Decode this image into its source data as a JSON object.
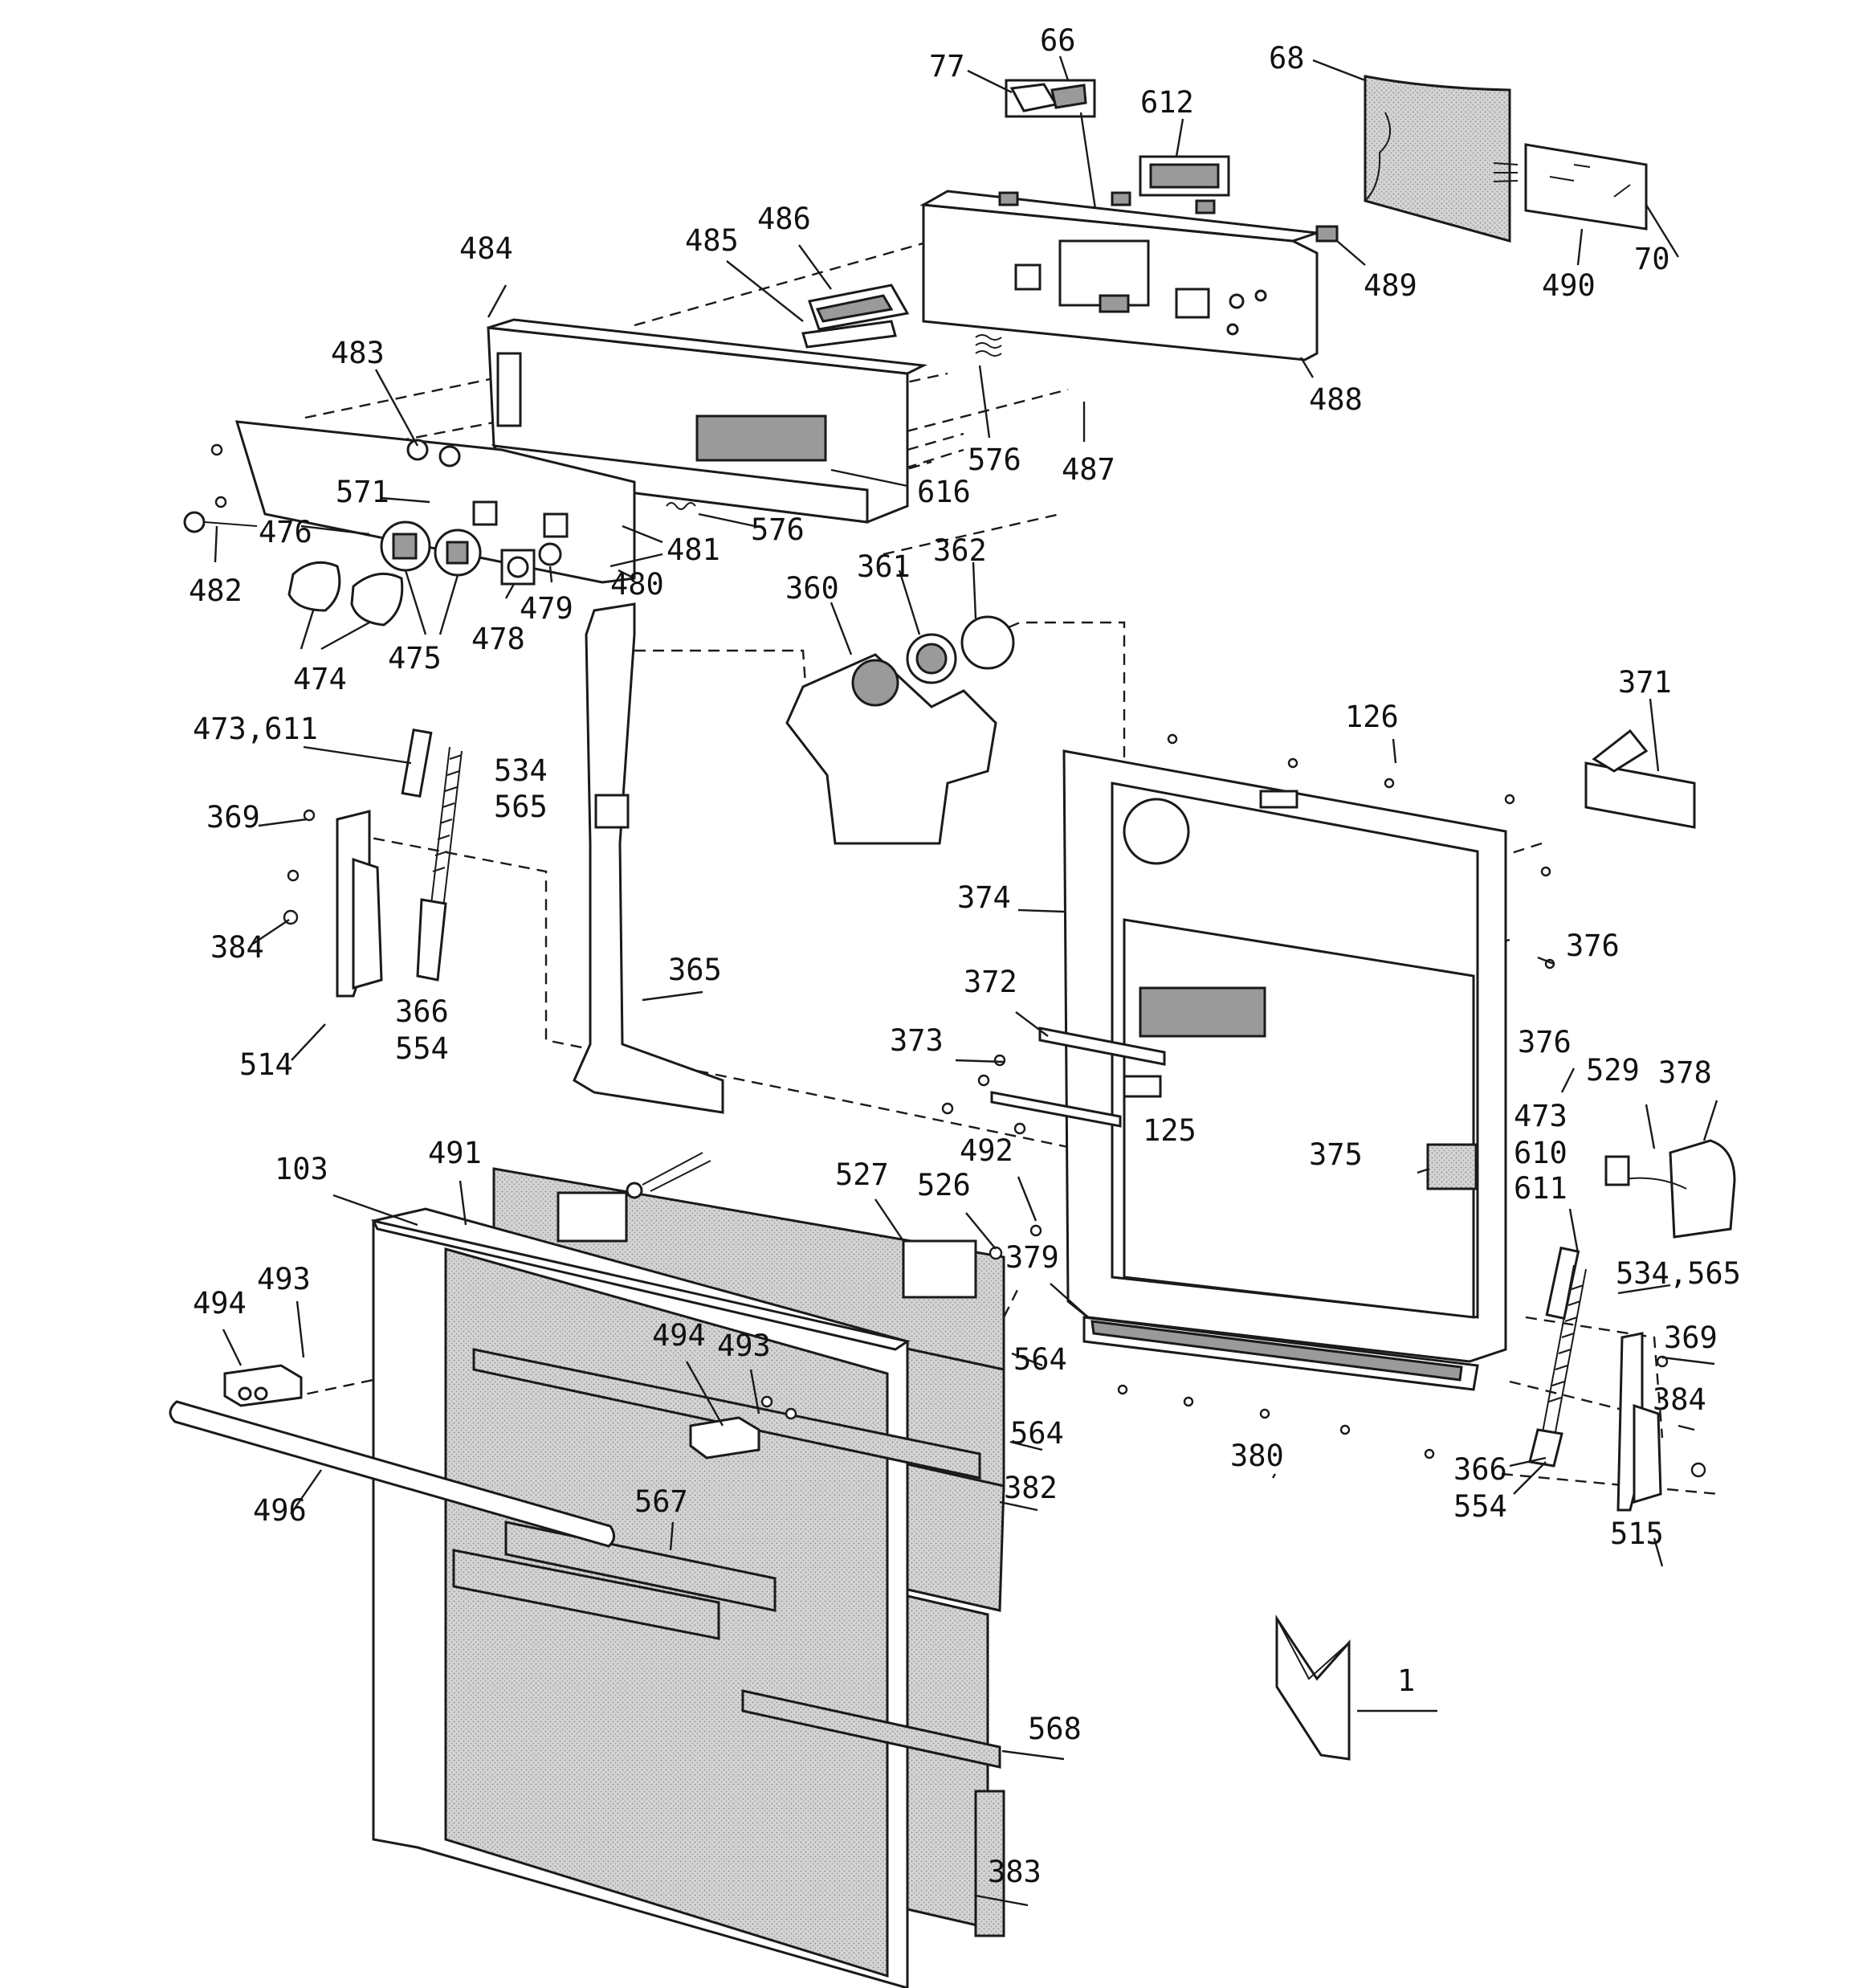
{
  "colors": {
    "line": "#1a1a1a",
    "background": "#ffffff",
    "shade": "#bdbdbd"
  },
  "callouts": [
    {
      "id": "c77",
      "text": "77"
    },
    {
      "id": "c66",
      "text": "66"
    },
    {
      "id": "c612",
      "text": "612"
    },
    {
      "id": "c68",
      "text": "68"
    },
    {
      "id": "c486",
      "text": "486"
    },
    {
      "id": "c485",
      "text": "485"
    },
    {
      "id": "c484",
      "text": "484"
    },
    {
      "id": "c489",
      "text": "489"
    },
    {
      "id": "c490",
      "text": "490"
    },
    {
      "id": "c70",
      "text": "70"
    },
    {
      "id": "c483",
      "text": "483"
    },
    {
      "id": "c488",
      "text": "488"
    },
    {
      "id": "c576a",
      "text": "576"
    },
    {
      "id": "c487",
      "text": "487"
    },
    {
      "id": "c571",
      "text": "571"
    },
    {
      "id": "c616",
      "text": "616"
    },
    {
      "id": "c476",
      "text": "476"
    },
    {
      "id": "c576b",
      "text": "576"
    },
    {
      "id": "c481",
      "text": "481"
    },
    {
      "id": "c482",
      "text": "482"
    },
    {
      "id": "c480",
      "text": "480"
    },
    {
      "id": "c362",
      "text": "362"
    },
    {
      "id": "c361",
      "text": "361"
    },
    {
      "id": "c479",
      "text": "479"
    },
    {
      "id": "c360",
      "text": "360"
    },
    {
      "id": "c478",
      "text": "478"
    },
    {
      "id": "c475",
      "text": "475"
    },
    {
      "id": "c474",
      "text": "474"
    },
    {
      "id": "c371",
      "text": "371"
    },
    {
      "id": "c126",
      "text": "126"
    },
    {
      "id": "c473_611a",
      "text": "473,611"
    },
    {
      "id": "c534a",
      "text": "534"
    },
    {
      "id": "c565a",
      "text": "565"
    },
    {
      "id": "c369a",
      "text": "369"
    },
    {
      "id": "c374",
      "text": "374"
    },
    {
      "id": "c384a",
      "text": "384"
    },
    {
      "id": "c376a",
      "text": "376"
    },
    {
      "id": "c372",
      "text": "372"
    },
    {
      "id": "c365",
      "text": "365"
    },
    {
      "id": "c366a",
      "text": "366"
    },
    {
      "id": "c554a",
      "text": "554"
    },
    {
      "id": "c373",
      "text": "373"
    },
    {
      "id": "c376b",
      "text": "376"
    },
    {
      "id": "c514",
      "text": "514"
    },
    {
      "id": "c529",
      "text": "529"
    },
    {
      "id": "c378",
      "text": "378"
    },
    {
      "id": "c473b",
      "text": "473"
    },
    {
      "id": "c125",
      "text": "125"
    },
    {
      "id": "c610",
      "text": "610"
    },
    {
      "id": "c375",
      "text": "375"
    },
    {
      "id": "c611b",
      "text": "611"
    },
    {
      "id": "c103",
      "text": "103"
    },
    {
      "id": "c491",
      "text": "491"
    },
    {
      "id": "c492",
      "text": "492"
    },
    {
      "id": "c527",
      "text": "527"
    },
    {
      "id": "c526",
      "text": "526"
    },
    {
      "id": "c379",
      "text": "379"
    },
    {
      "id": "c534_565b",
      "text": "534,565"
    },
    {
      "id": "c493a",
      "text": "493"
    },
    {
      "id": "c494a",
      "text": "494"
    },
    {
      "id": "c369b",
      "text": "369"
    },
    {
      "id": "c494b",
      "text": "494"
    },
    {
      "id": "c493b",
      "text": "493"
    },
    {
      "id": "c564a",
      "text": "564"
    },
    {
      "id": "c384b",
      "text": "384"
    },
    {
      "id": "c564b",
      "text": "564"
    },
    {
      "id": "c380",
      "text": "380"
    },
    {
      "id": "c366b",
      "text": "366"
    },
    {
      "id": "c382",
      "text": "382"
    },
    {
      "id": "c554b",
      "text": "554"
    },
    {
      "id": "c496",
      "text": "496"
    },
    {
      "id": "c567",
      "text": "567"
    },
    {
      "id": "c515",
      "text": "515"
    },
    {
      "id": "c1",
      "text": "1"
    },
    {
      "id": "c568",
      "text": "568"
    },
    {
      "id": "c383",
      "text": "383"
    }
  ]
}
